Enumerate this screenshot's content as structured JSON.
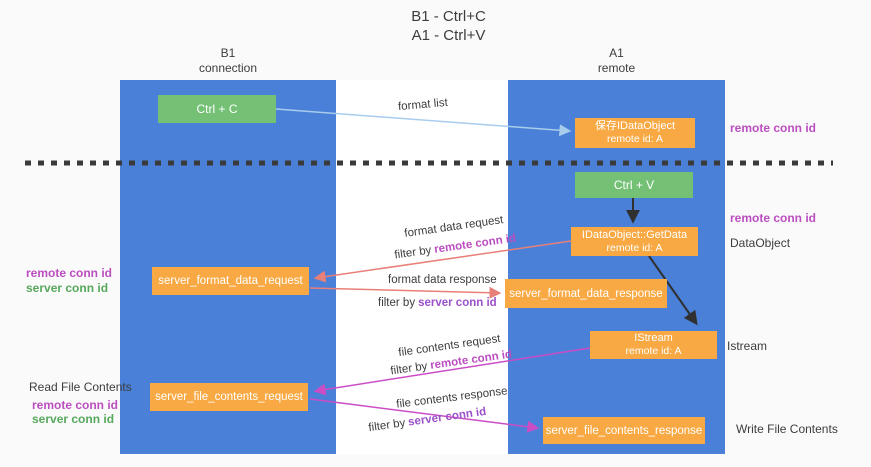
{
  "title": {
    "line1": "B1 - Ctrl+C",
    "line2": "A1 - Ctrl+V"
  },
  "columns": {
    "left": {
      "name": "B1",
      "role": "connection"
    },
    "right": {
      "name": "A1",
      "role": "remote"
    }
  },
  "boxes": {
    "ctrl_c": "Ctrl + C",
    "ctrl_v": "Ctrl + V",
    "saved_idataobject": {
      "line1": "保存IDataObject",
      "line2": "remote id: A"
    },
    "idataobject_getdata": {
      "line1": "IDataObject::GetData",
      "line2": "remote id: A"
    },
    "istream": {
      "line1": "IStream",
      "line2": "remote id: A"
    },
    "server_format_data_request": "server_format_data_request",
    "server_format_data_response": "server_format_data_response",
    "server_file_contents_request": "server_file_contents_request",
    "server_file_contents_response": "server_file_contents_response"
  },
  "arrow_labels": {
    "format_list": "format list",
    "format_data_request": "format data request",
    "format_data_response": "format data response",
    "file_contents_request": "file contents request",
    "file_contents_response": "file contents response",
    "filter_by": "filter by",
    "remote_conn_id": "remote conn id",
    "server_conn_id": "server conn id"
  },
  "side_labels": {
    "left_remote_conn_id": "remote conn id",
    "left_server_conn_id": "server conn id",
    "read_file_contents": "Read File Contents",
    "left_remote_conn_id_2": "remote conn id",
    "left_server_conn_id_2": "server conn id",
    "right_remote_conn_id_1": "remote conn id",
    "right_remote_conn_id_2": "remote conn id",
    "dataobject": "DataObject",
    "istream": "Istream",
    "write_file_contents": "Write File Contents"
  },
  "colors": {
    "column_blue": "#4a80d8",
    "box_green": "#74c176",
    "box_orange": "#f8a943",
    "arrow_blue": "#a8cdec",
    "arrow_salmon": "#e87f78",
    "arrow_magenta": "#cb4dc6",
    "arrow_black": "#303030",
    "dashed_divider": "#3a3a3a",
    "text_magenta": "#bb4ec0",
    "text_purple": "#9b51c9",
    "text_green": "#57a85c",
    "text_dark": "#3d3d3d"
  }
}
